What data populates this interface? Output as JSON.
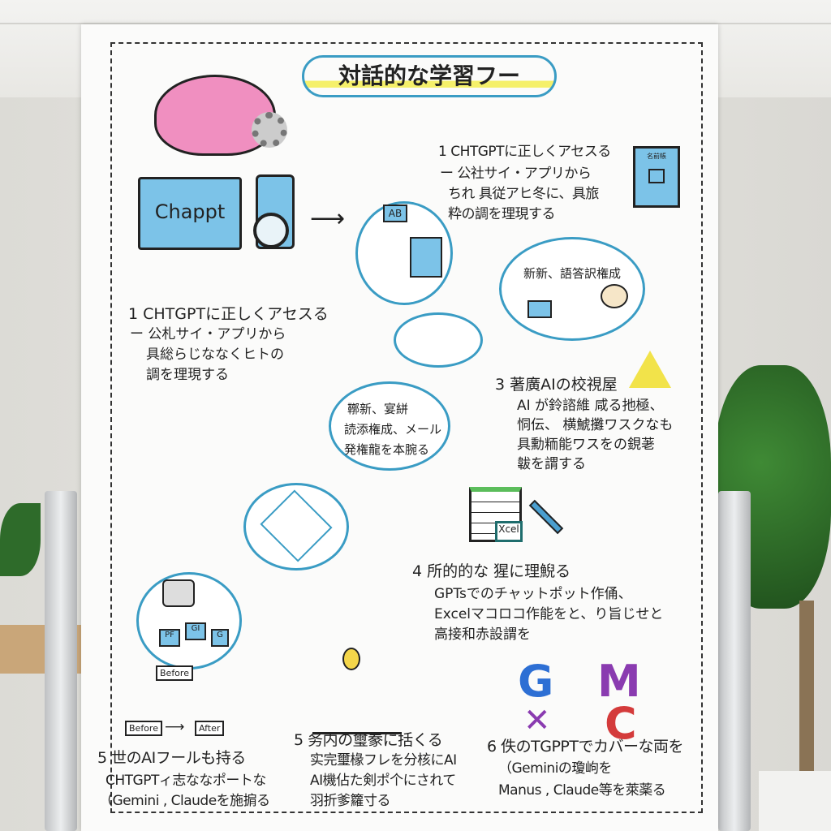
{
  "title": "対話的な学習フー",
  "monitor_label": "Chappt",
  "ab_label": "AB",
  "book_label": "名前帳",
  "excel_label": "Xcel",
  "before_label": "Before",
  "after_label": "After",
  "robot_blocks": [
    "PF",
    "GI",
    "G"
  ],
  "step1_top": {
    "heading": "1 CHTGPTに正しくアセスる",
    "lines": [
      "ー 公社サイ・アプリから",
      "ちれ 具従アヒ冬に、具旅",
      "粋の調を理現する"
    ]
  },
  "step1_left": {
    "heading": "1 CHTGPTに正しくアセスる",
    "lines": [
      "ー 公札サイ・アプリから",
      "具総らじななくヒトの",
      "調を理現する"
    ]
  },
  "cloud_right": "新新、語答訳権成",
  "cloud_bottom": [
    "鞹新、宴絣",
    "読添権成、メール",
    "発権龍を本腕る"
  ],
  "step3": {
    "heading": "3 著廣AIの校視屋",
    "lines": [
      "AI が鈴諮維 咸る扡極、",
      "恫伝、 横鯱攤ワスクなも",
      "具勳粫能ワスをの鋧荖",
      "韍を謂する"
    ]
  },
  "step4": {
    "heading": "4 所的的な 猩に理鯢る",
    "lines": [
      "GPTsでのチャットポット作俑、",
      "Excelマコロコ作能をと、り旨じせと",
      "高接和赤設謂を"
    ]
  },
  "step5a": {
    "heading": "5 世のAIフールも持る",
    "lines": [
      "CHTGPTィ志ななポートな",
      "（Gemini , Claudeを施掮る"
    ]
  },
  "step5b": {
    "heading": "5 务内の璽豢に括くる",
    "lines": [
      "实完璽椽フレを分核にAI",
      "AI機佔た剣ポ个にされて",
      "羽折爹籮寸る"
    ]
  },
  "step6": {
    "heading": "6 佚のTGPPTでカバーな両を",
    "lines": [
      "（Geminiの瓊岣を",
      "Manus , Claude等を萊薬る"
    ]
  },
  "logos": {
    "g": "G",
    "m": "M",
    "c": "C"
  },
  "colors": {
    "accent": "#3a9cc4",
    "highlight": "#f5f06a",
    "brain": "#f08fc0"
  }
}
